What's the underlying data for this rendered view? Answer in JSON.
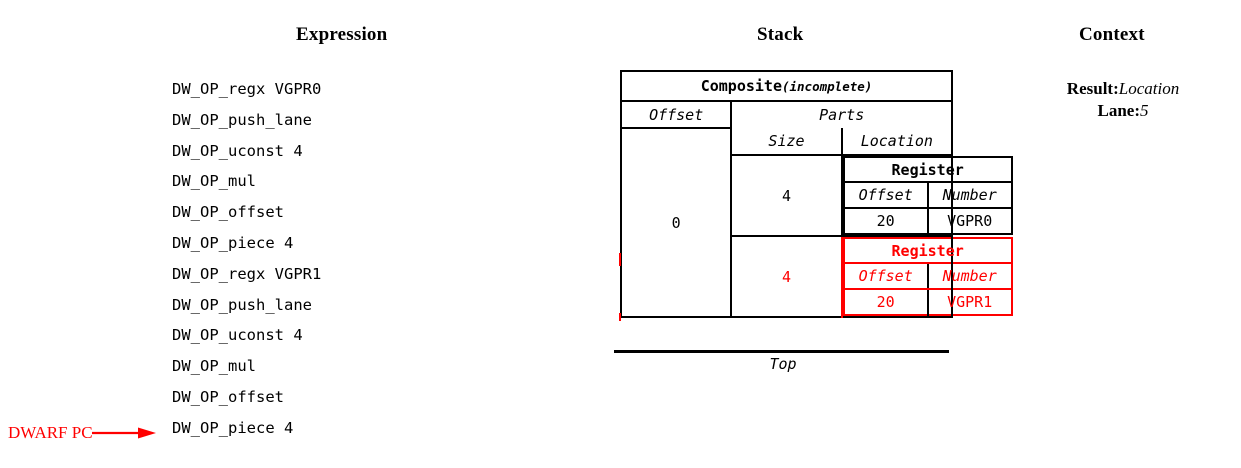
{
  "headings": {
    "expression": "Expression",
    "stack": "Stack",
    "context": "Context"
  },
  "expression": {
    "ops": [
      "DW_OP_regx VGPR0",
      "DW_OP_push_lane",
      "DW_OP_uconst 4",
      "DW_OP_mul",
      "DW_OP_offset",
      "DW_OP_piece 4",
      "DW_OP_regx VGPR1",
      "DW_OP_push_lane",
      "DW_OP_uconst 4",
      "DW_OP_mul",
      "DW_OP_offset",
      "DW_OP_piece 4"
    ],
    "pc_marker": {
      "label": "DWARF PC",
      "color": "#ff0000",
      "points_at_op_index": 11
    }
  },
  "stack": {
    "composite": {
      "title": "Composite",
      "title_suffix": "(incomplete)",
      "offset_header": "Offset",
      "parts_header": "Parts",
      "offset_value": "0",
      "size_header": "Size",
      "location_header": "Location",
      "parts": [
        {
          "size": "4",
          "highlight": false,
          "location": {
            "title": "Register",
            "offset_header": "Offset",
            "number_header": "Number",
            "offset_value": "20",
            "number_value": "VGPR0"
          }
        },
        {
          "size": "4",
          "highlight": true,
          "location": {
            "title": "Register",
            "offset_header": "Offset",
            "number_header": "Number",
            "offset_value": "20",
            "number_value": "VGPR1"
          }
        }
      ]
    },
    "top_label": "Top"
  },
  "context": {
    "rows": [
      {
        "key": "Result:",
        "value": "Location"
      },
      {
        "key": "Lane:",
        "value": "5"
      }
    ]
  },
  "colors": {
    "highlight": "#ff0000",
    "foreground": "#000000",
    "background": "#ffffff"
  }
}
